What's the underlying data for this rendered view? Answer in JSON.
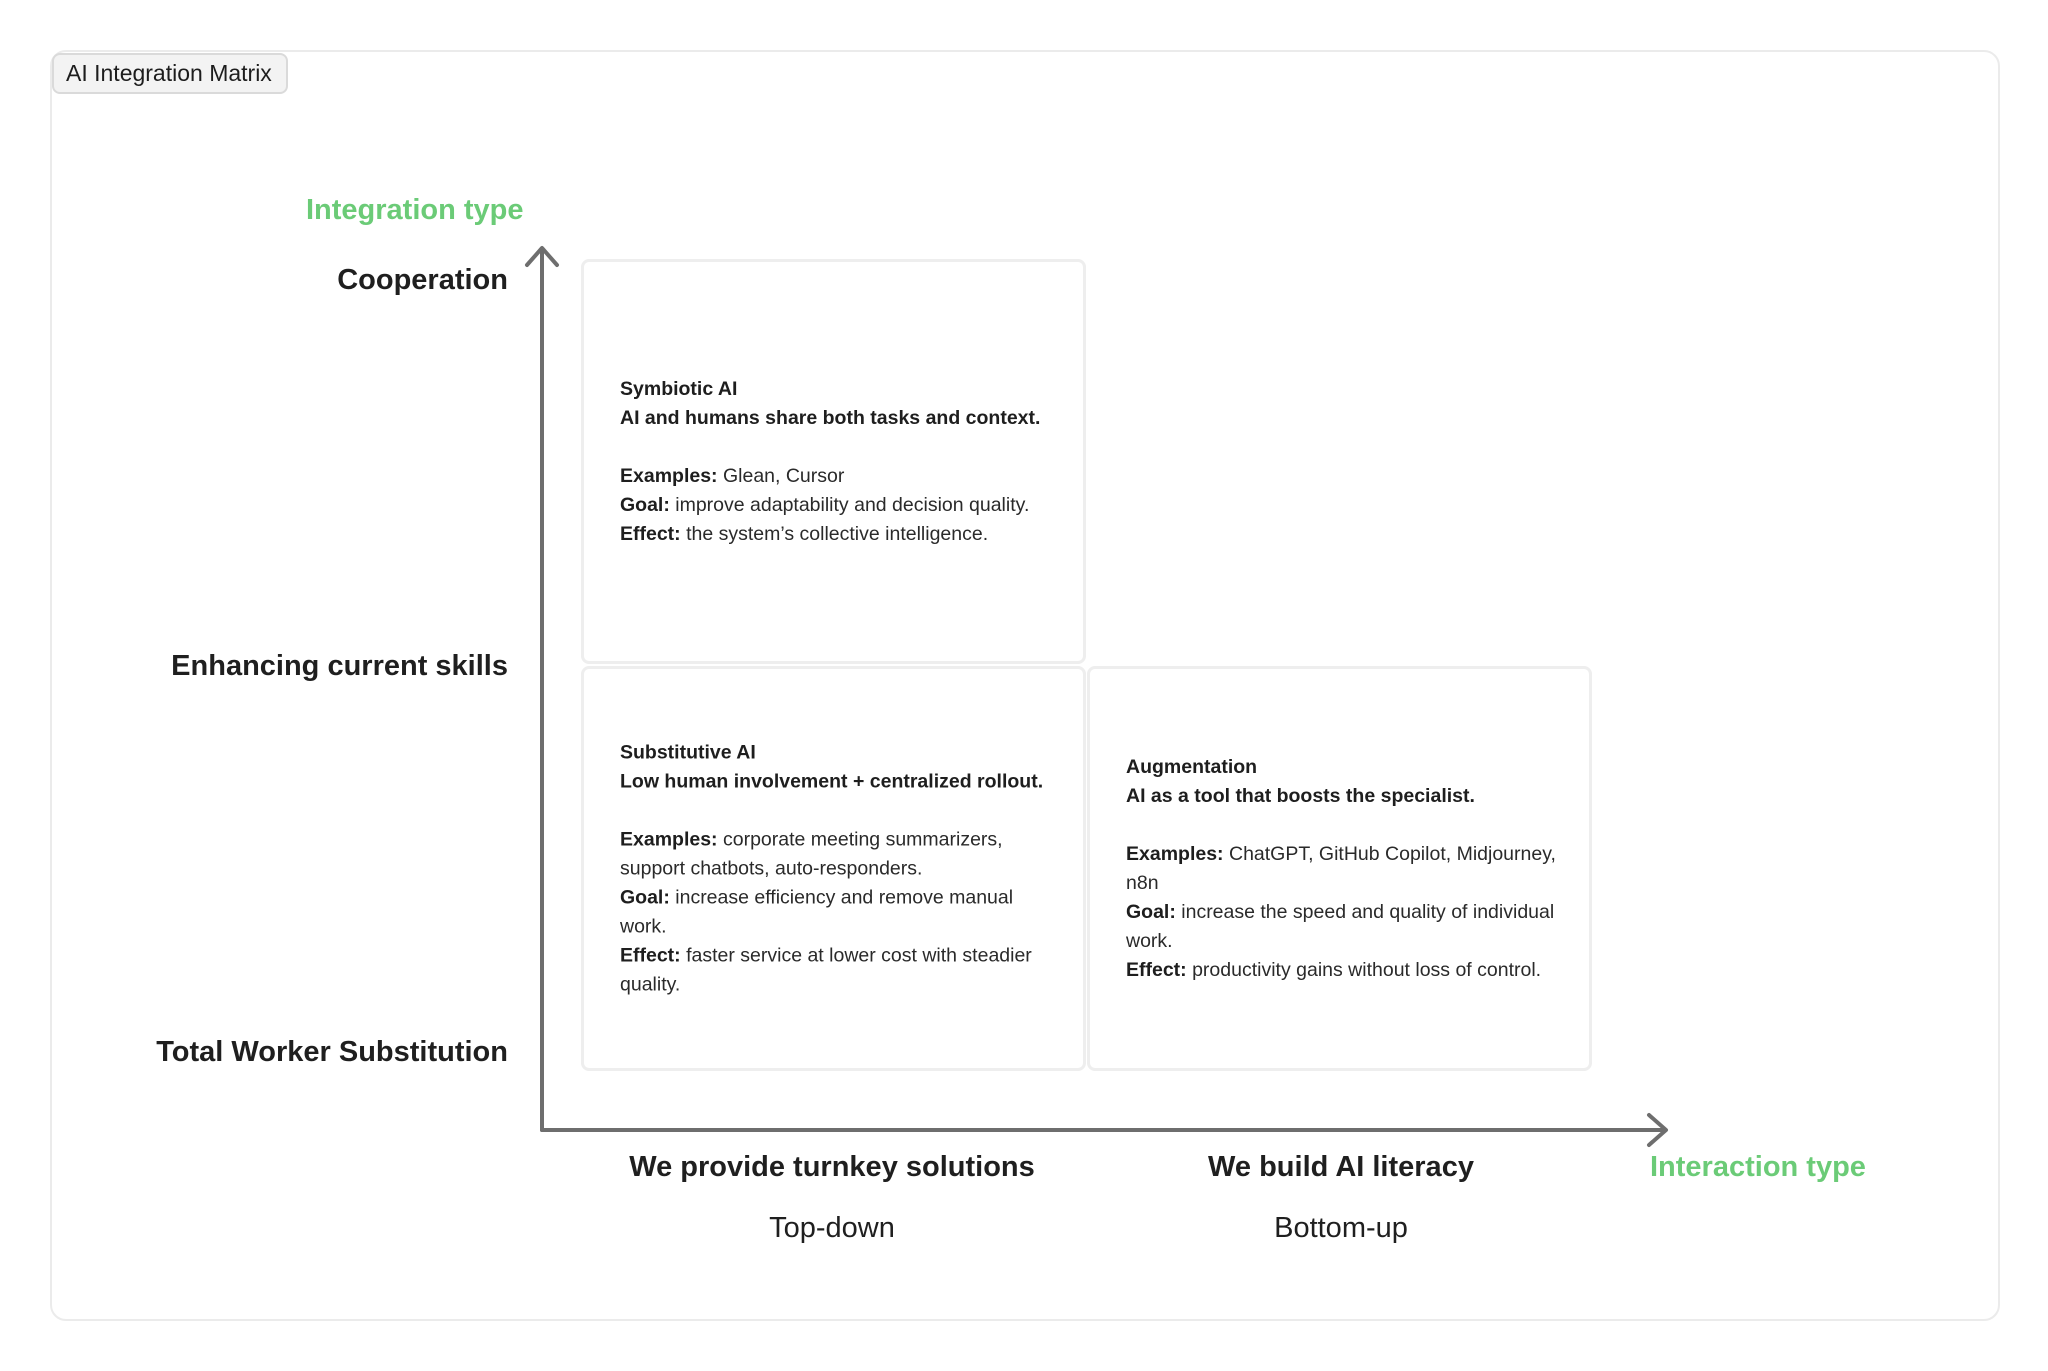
{
  "frame": {
    "label": "AI Integration Matrix"
  },
  "axes": {
    "y_title": "Integration type",
    "x_title": "Interaction type",
    "y_levels": [
      "Cooperation",
      "Enhancing current skills",
      "Total Worker Substitution"
    ],
    "x_levels": [
      "We provide turnkey solutions",
      "We build AI literacy"
    ],
    "x_sublevels": [
      "Top-down",
      "Bottom-up"
    ]
  },
  "colors": {
    "accent": "#6bcb77",
    "axis": "#6e6e6e",
    "card_border": "#eeeeee"
  },
  "quadrants": {
    "symbiotic": {
      "title": "Symbiotic AI",
      "subtitle": "AI and humans share both tasks and context.",
      "examples_label": "Examples:",
      "examples": " Glean, Cursor",
      "goal_label": "Goal:",
      "goal": " improve adaptability and decision quality.",
      "effect_label": "Effect:",
      "effect": " the system’s collective intelligence."
    },
    "substitutive": {
      "title": "Substitutive AI",
      "subtitle": "Low human involvement + centralized rollout.",
      "examples_label": "Examples:",
      "examples": " corporate meeting summarizers, support chatbots, auto-responders.",
      "goal_label": "Goal:",
      "goal": " increase efficiency and remove manual work.",
      "effect_label": "Effect:",
      "effect": " faster service at lower cost with steadier quality."
    },
    "augmentation": {
      "title": "Augmentation",
      "subtitle": "AI as a tool that boosts the specialist.",
      "examples_label": "Examples:",
      "examples": " ChatGPT, GitHub Copilot, Midjourney, n8n",
      "goal_label": "Goal:",
      "goal": " increase the speed and quality of individual work.",
      "effect_label": "Effect:",
      "effect": " productivity gains without loss of control."
    }
  }
}
